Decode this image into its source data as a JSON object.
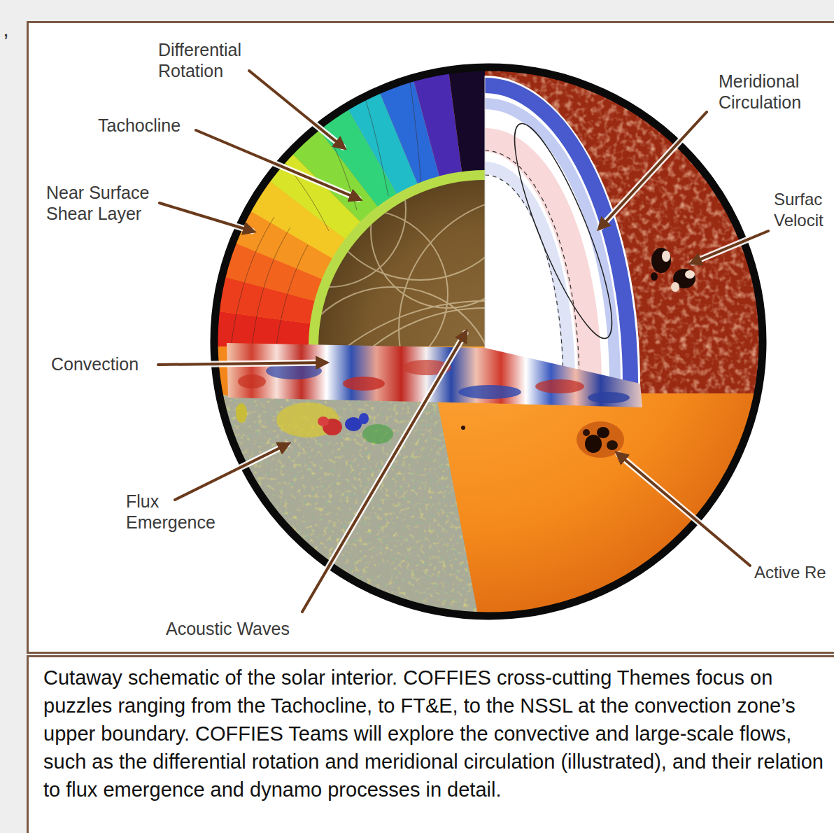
{
  "diagram": {
    "caption": "Cutaway schematic of the solar interior. COFFIES cross-cutting Themes focus on puzzles ranging from the Tachocline, to FT&E, to the NSSL at the convection zone’s upper boundary. COFFIES Teams will explore the convective and large-scale flows, such as the differential rotation and meridional circulation (illustrated), and their relation to flux emergence and dynamo processes in detail.",
    "labels": [
      ",",
      "Differential Rotation",
      "Tachocline",
      "Near Surface Shear Layer",
      "Convection",
      "Flux Emergence",
      "Acoustic Waves",
      "Meridional Circulation",
      "Surfac Velocit",
      "Active Re"
    ]
  }
}
